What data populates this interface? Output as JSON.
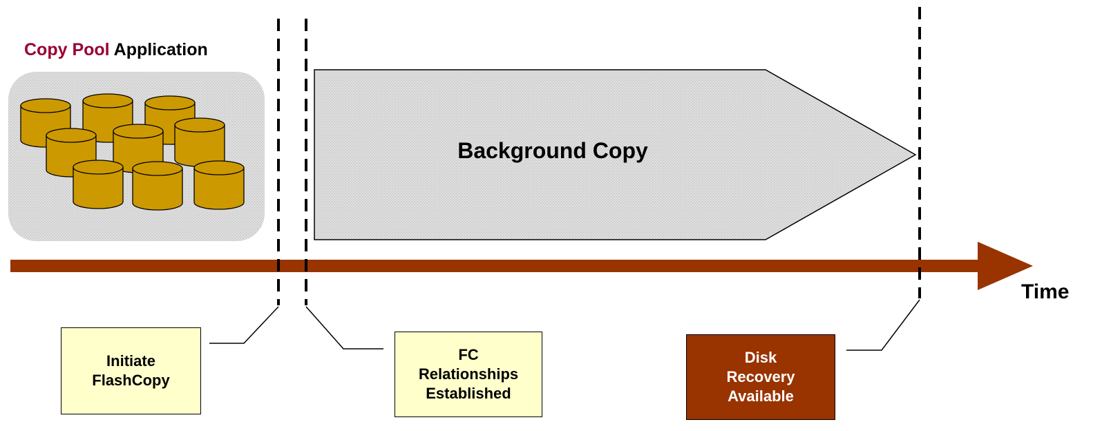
{
  "app": {
    "title_accent": "Copy Pool",
    "title_rest": "Application",
    "disk_count": 9
  },
  "background_copy": {
    "label": "Background Copy"
  },
  "timeline": {
    "label": "Time"
  },
  "callouts": {
    "initiate": [
      "Initiate",
      "FlashCopy"
    ],
    "established": [
      "FC",
      "Relationships",
      "Established"
    ],
    "recovery": [
      "Disk",
      "Recovery",
      "Available"
    ]
  },
  "colors": {
    "title_accent": "#990033",
    "arrow": "#993300",
    "disk_fill": "#cc9900",
    "callout_yellow": "#ffffcc",
    "callout_dark": "#993300",
    "panel_gray": "#d4d4d4"
  },
  "icons": [
    "database-icon"
  ]
}
